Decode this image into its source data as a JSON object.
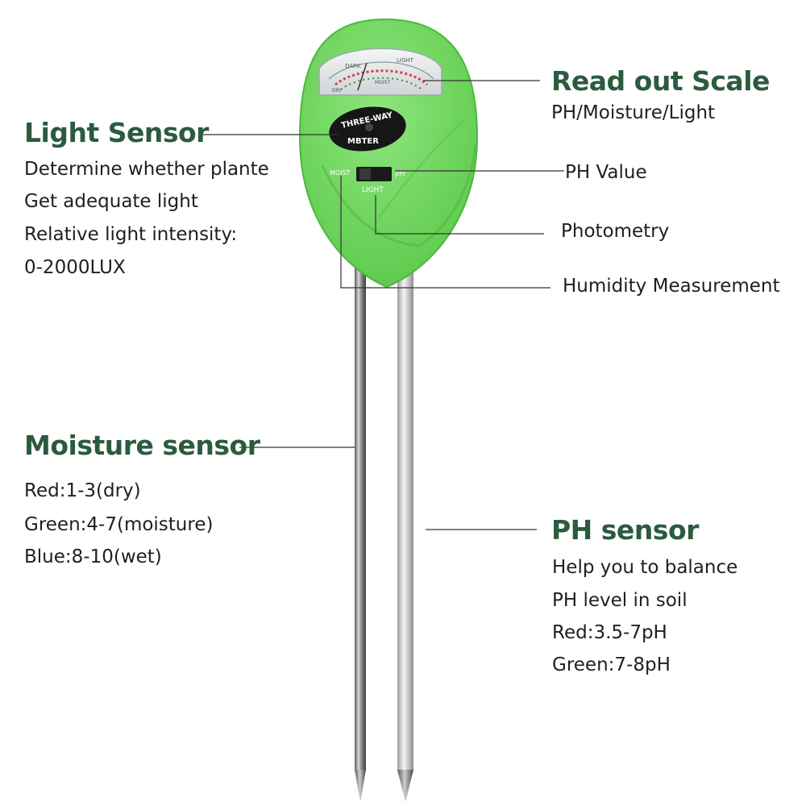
{
  "colors": {
    "heading": "#2b5b3f",
    "body_text": "#1f1f1f",
    "meter_body": "#6dd95a",
    "meter_edge": "#4bb83e",
    "callout_line": "#333333"
  },
  "meter": {
    "badge_line1": "THREE-WAY",
    "badge_line2": "MBTER",
    "scale_dark": "DARK",
    "scale_light": "LIGHT",
    "scale_dry": "DRY",
    "scale_moist": "MOIST",
    "switch_left": "MOIST",
    "switch_right": "pH",
    "switch_bottom": "LIGHT"
  },
  "callouts": {
    "light_sensor": {
      "title": "Light Sensor",
      "lines": [
        "Determine whether plante",
        "Get adequate light",
        "Relative light intensity:",
        "0-2000LUX"
      ]
    },
    "readout_scale": {
      "title": "Read out Scale",
      "subtitle": "PH/Moisture/Light"
    },
    "ph_value": {
      "label": "PH Value"
    },
    "photometry": {
      "label": "Photometry"
    },
    "humidity": {
      "label": "Humidity Measurement"
    },
    "moisture_sensor": {
      "title": "Moisture sensor",
      "lines": [
        "Red:1-3(dry)",
        "Green:4-7(moisture)",
        "Blue:8-10(wet)"
      ]
    },
    "ph_sensor": {
      "title": "PH sensor",
      "lines": [
        "Help you to balance",
        "PH level in soil",
        "Red:3.5-7pH",
        "Green:7-8pH"
      ]
    }
  }
}
